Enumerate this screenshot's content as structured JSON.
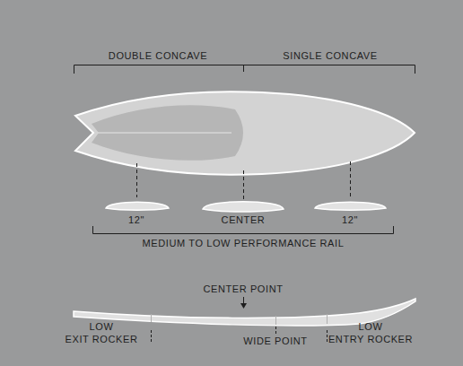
{
  "diagram": {
    "labels": [
      "DOUBLE CONCAVE",
      "SINGLE CONCAVE",
      "12\"",
      "CENTER",
      "12\"",
      "MEDIUM TO LOW PERFORMANCE RAIL",
      "CENTER POINT",
      "LOW EXIT ROCKER",
      "WIDE POINT",
      "LOW ENTRY ROCKER"
    ]
  }
}
